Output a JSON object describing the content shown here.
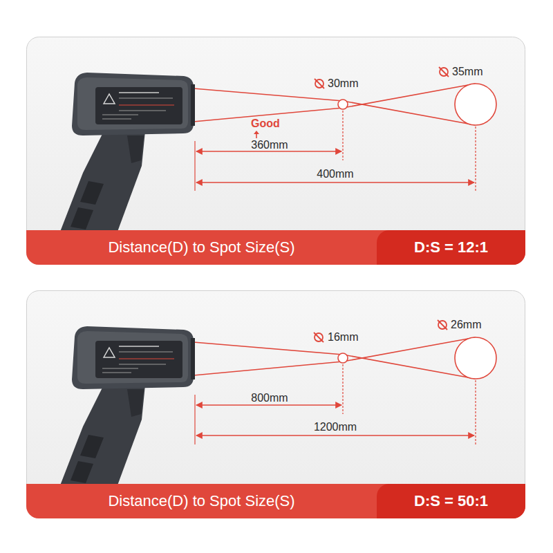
{
  "diagram": {
    "nodes": [
      {
        "text": [
          "Distance(D) to Spot Size(S)"
        ]
      },
      {
        "text": [
          "D:S = 12:1"
        ]
      },
      {
        "text": [
          "Distance(D) to Spot Size(S)"
        ]
      },
      {
        "text": [
          "D:S = 50:1"
        ]
      }
    ],
    "labels": [
      "30mm",
      "35mm",
      "Good",
      "360mm",
      "400mm",
      "16mm",
      "26mm",
      "800mm",
      "1200mm"
    ]
  }
}
